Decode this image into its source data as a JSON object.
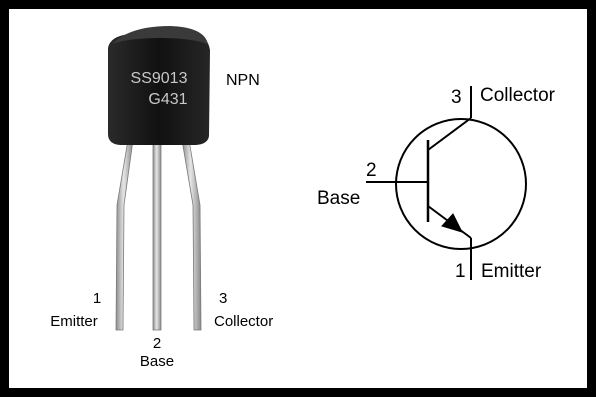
{
  "package": {
    "marking_line1": "SS9013",
    "marking_line2": "G431",
    "type_label": "NPN"
  },
  "package_pins": {
    "emitter": {
      "number": "1",
      "name": "Emitter"
    },
    "base": {
      "number": "2",
      "name": "Base"
    },
    "collector": {
      "number": "3",
      "name": "Collector"
    }
  },
  "symbol_pins": {
    "collector": {
      "number": "3",
      "name": "Collector"
    },
    "base": {
      "number": "2",
      "name": "Base"
    },
    "emitter": {
      "number": "1",
      "name": "Emitter"
    }
  },
  "colors": {
    "frame": "#000000",
    "body": "#1a1a1a",
    "lead": "#b9b9b9",
    "marking": "#c8c8c8"
  }
}
